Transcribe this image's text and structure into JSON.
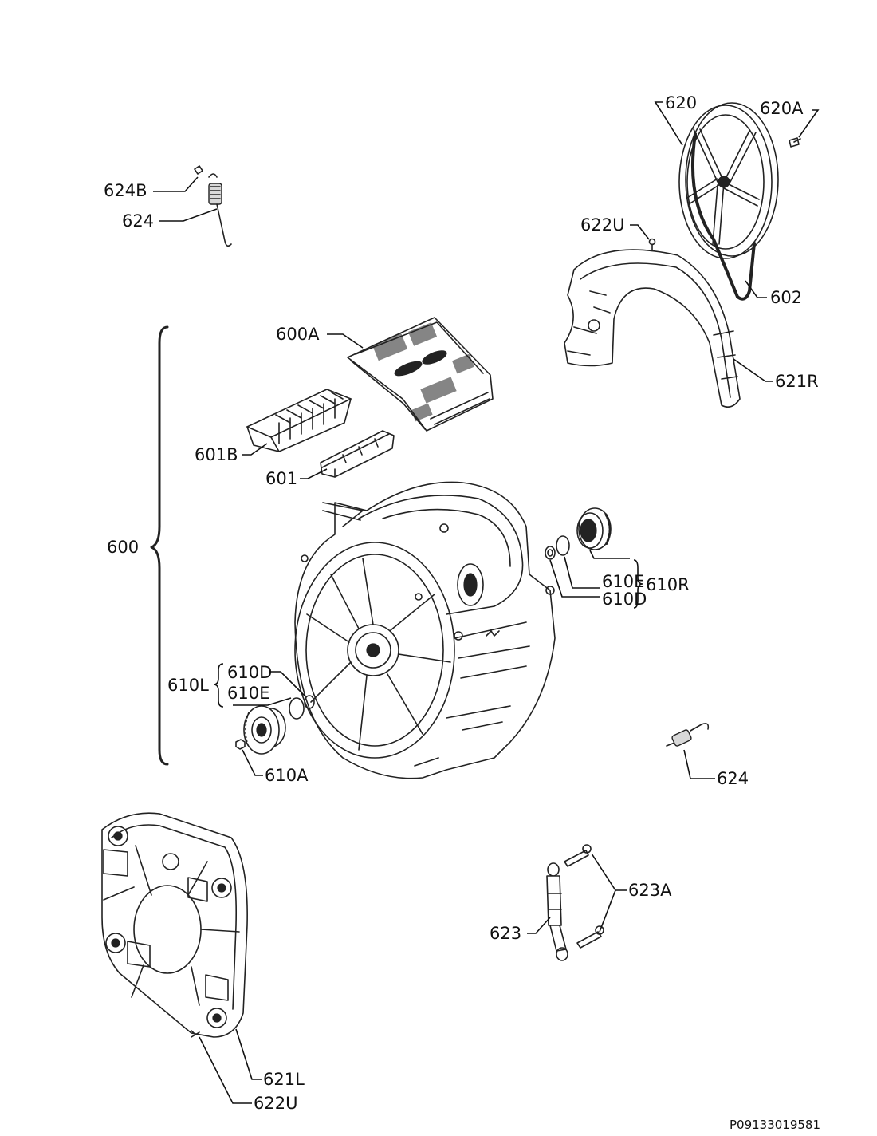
{
  "labels": {
    "l620": "620",
    "l620A": "620A",
    "l624B": "624B",
    "l624_top": "624",
    "l622U_top": "622U",
    "l602": "602",
    "l600A": "600A",
    "l621R": "621R",
    "l601B": "601B",
    "l601": "601",
    "l600": "600",
    "l610E_right": "610E",
    "l610D_right": "610D",
    "l610R": "610R",
    "l610L": "610L",
    "l610D_left": "610D",
    "l610E_left": "610E",
    "l610A": "610A",
    "l624_right": "624",
    "l623A": "623A",
    "l623": "623",
    "l621L": "621L",
    "l622U_bottom": "622U"
  },
  "document_code": "P09133019581"
}
